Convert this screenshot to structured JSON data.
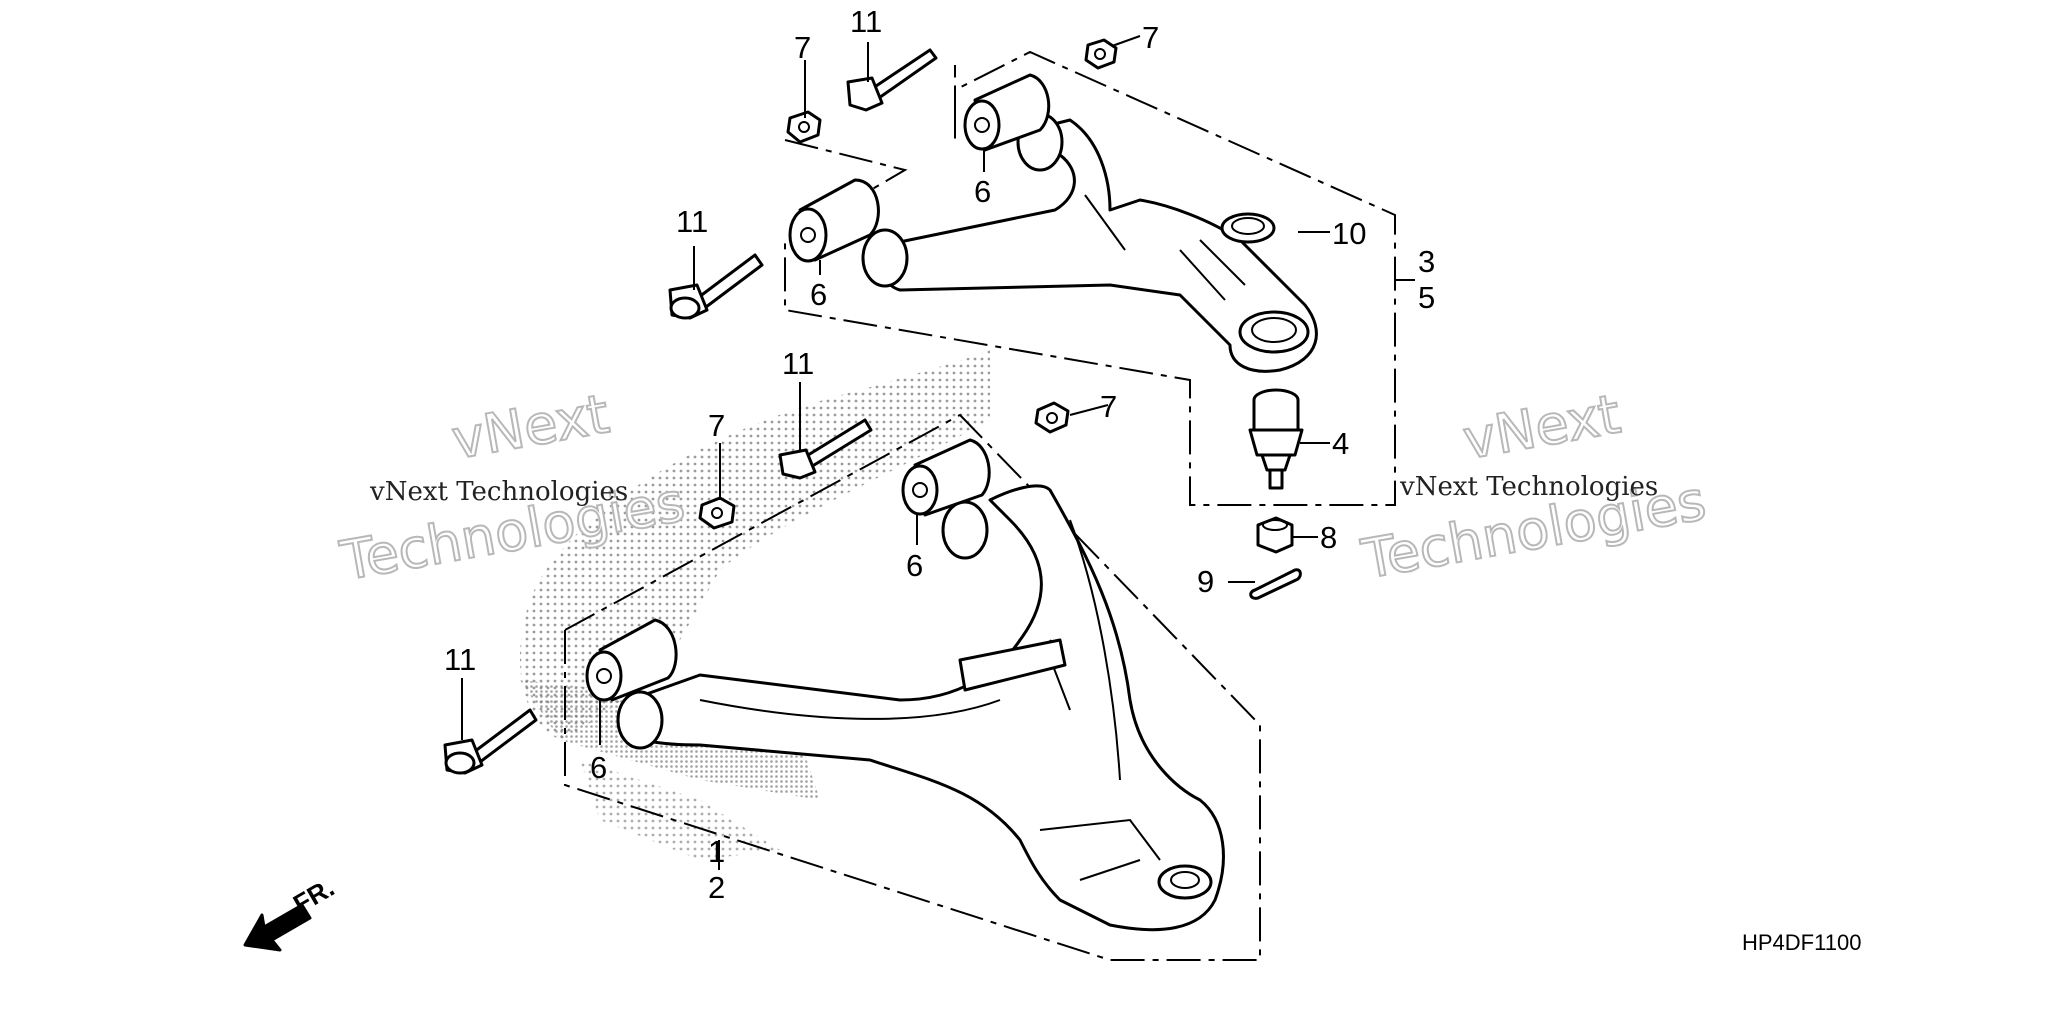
{
  "diagram_code": "HP4DF1100",
  "front_mark": "FR.",
  "watermarks": {
    "small": "vNext Technologies",
    "big_line1": "vNext",
    "big_line2": "Technologies"
  },
  "callouts": {
    "c1": "1",
    "c2": "2",
    "c3": "3",
    "c4": "4",
    "c5": "5",
    "c6a": "6",
    "c6b": "6",
    "c6c": "6",
    "c6d": "6",
    "c7a": "7",
    "c7b": "7",
    "c7c": "7",
    "c7d": "7",
    "c8": "8",
    "c9": "9",
    "c10": "10",
    "c11a": "11",
    "c11b": "11",
    "c11c": "11",
    "c11d": "11"
  }
}
